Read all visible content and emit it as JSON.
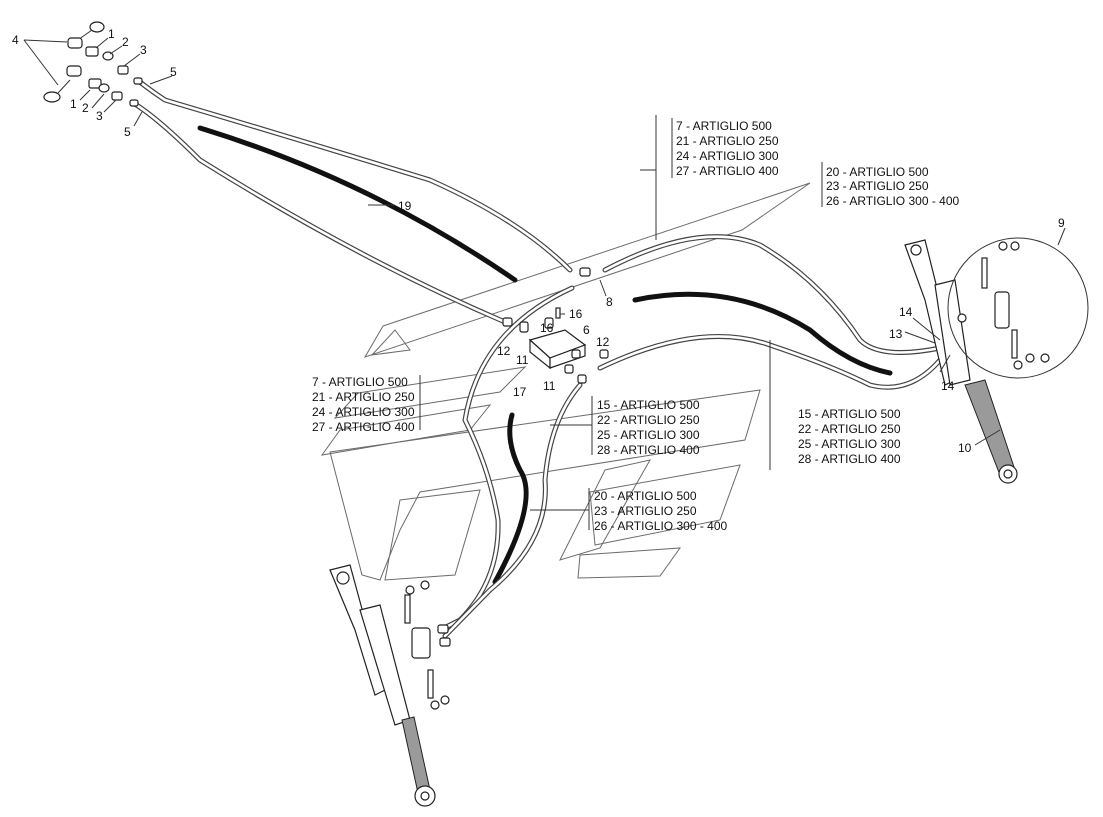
{
  "callouts": {
    "c4": "4",
    "c1a": "1",
    "c2a": "2",
    "c3a": "3",
    "c5a": "5",
    "c1b": "1",
    "c2b": "2",
    "c3b": "3",
    "c5b": "5",
    "c19": "19",
    "c8": "8",
    "c16a": "16",
    "c16b": "16",
    "c12a": "12",
    "c11a": "11",
    "c6": "6",
    "c12b": "12",
    "c11b": "11",
    "c17": "17",
    "c9": "9",
    "c14a": "14",
    "c13": "13",
    "c14b": "14",
    "c10": "10"
  },
  "label_groups": {
    "top": [
      "7   - ARTIGLIO 500",
      "21 - ARTIGLIO 250",
      "24 - ARTIGLIO 300",
      "27 - ARTIGLIO 400"
    ],
    "upper_right": [
      "20 - ARTIGLIO 500",
      "23 - ARTIGLIO 250",
      "26 - ARTIGLIO 300 - 400"
    ],
    "left": [
      "7   - ARTIGLIO 500",
      "21 - ARTIGLIO 250",
      "24 - ARTIGLIO 300",
      "27 - ARTIGLIO 400"
    ],
    "center": [
      "15 - ARTIGLIO 500",
      "22 - ARTIGLIO 250",
      "25 - ARTIGLIO 300",
      "28 - ARTIGLIO 400"
    ],
    "lower_center": [
      "20 - ARTIGLIO 500",
      "23 - ARTIGLIO 250",
      "26 - ARTIGLIO 300 - 400"
    ],
    "right": [
      "15 - ARTIGLIO 500",
      "22 - ARTIGLIO 250",
      "25 - ARTIGLIO 300",
      "28 - ARTIGLIO 400"
    ]
  }
}
